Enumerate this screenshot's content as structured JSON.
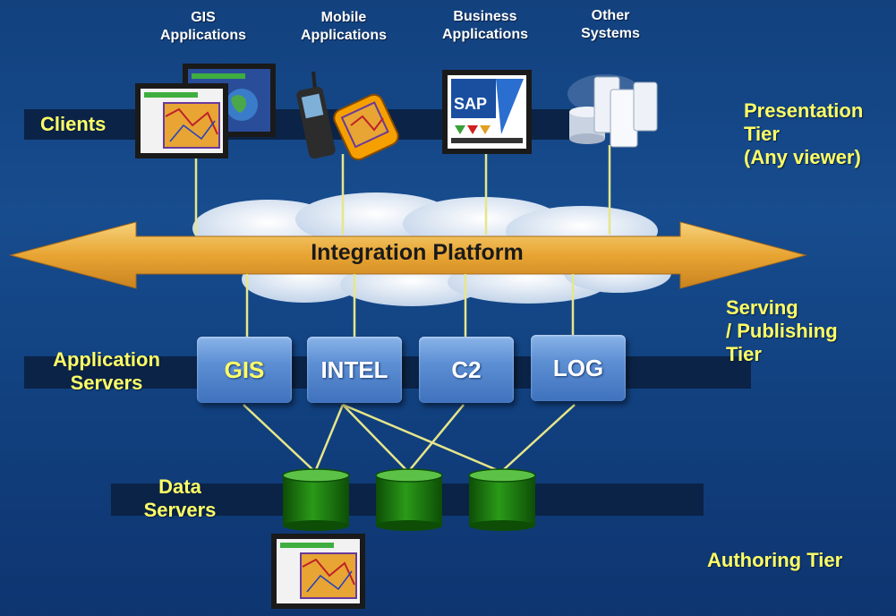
{
  "clients": {
    "gis": "GIS\nApplications",
    "mobile": "Mobile\nApplications",
    "business": "Business\nApplications",
    "other": "Other\nSystems",
    "sap_logo": "SAP"
  },
  "rows": {
    "clients": "Clients",
    "application_servers": "Application\nServers",
    "data_servers": "Data\nServers"
  },
  "tiers": {
    "presentation": "Presentation\nTier\n(Any viewer)",
    "serving": "Serving\n/ Publishing\nTier",
    "authoring": "Authoring Tier"
  },
  "platform": {
    "label": "Integration Platform"
  },
  "app_servers": [
    "GIS",
    "INTEL",
    "C2",
    "LOG"
  ],
  "colors": {
    "label_yellow": "#ffff66",
    "arrow_orange": "#e8a533",
    "db_green": "#1f7a12",
    "server_blue": "#5d8fd4",
    "connector": "#e6e68a"
  }
}
